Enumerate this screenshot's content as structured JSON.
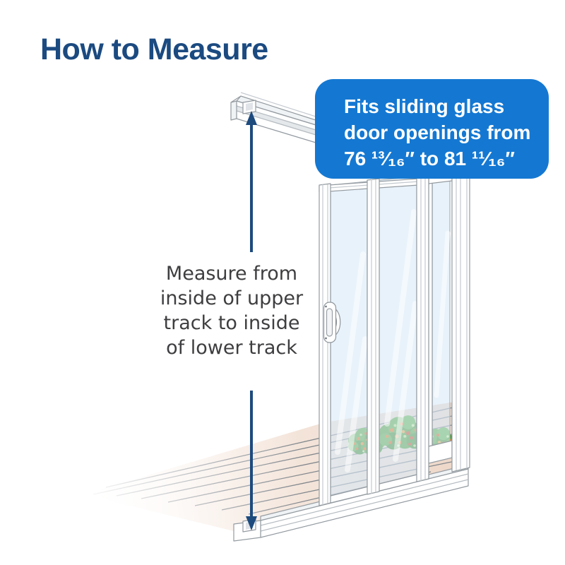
{
  "title": {
    "text": "How to Measure"
  },
  "callout": {
    "line1": "Fits sliding glass",
    "line2": "door openings from",
    "line3": "76 ¹³⁄₁₆″ to 81 ¹¹⁄₁₆″",
    "opening_min_inches": "76 13/16",
    "opening_max_inches": "81 11/16"
  },
  "instruction": {
    "line1": "Measure from",
    "line2": "inside of upper",
    "line3": "track to inside",
    "line4": "of lower track"
  },
  "colors": {
    "title_text": "#1b4a80",
    "callout_bg": "#1478d2",
    "callout_text": "#ffffff",
    "instruction_text": "#3e3e40",
    "arrow": "#1e4b7e",
    "frame_stroke": "#949ba1",
    "glass": "#d9eaf7",
    "deck": "#ecd6c7",
    "bush_green": "#4f9d35",
    "bush_orange": "#e2731d",
    "bush_red": "#c94a1e"
  }
}
